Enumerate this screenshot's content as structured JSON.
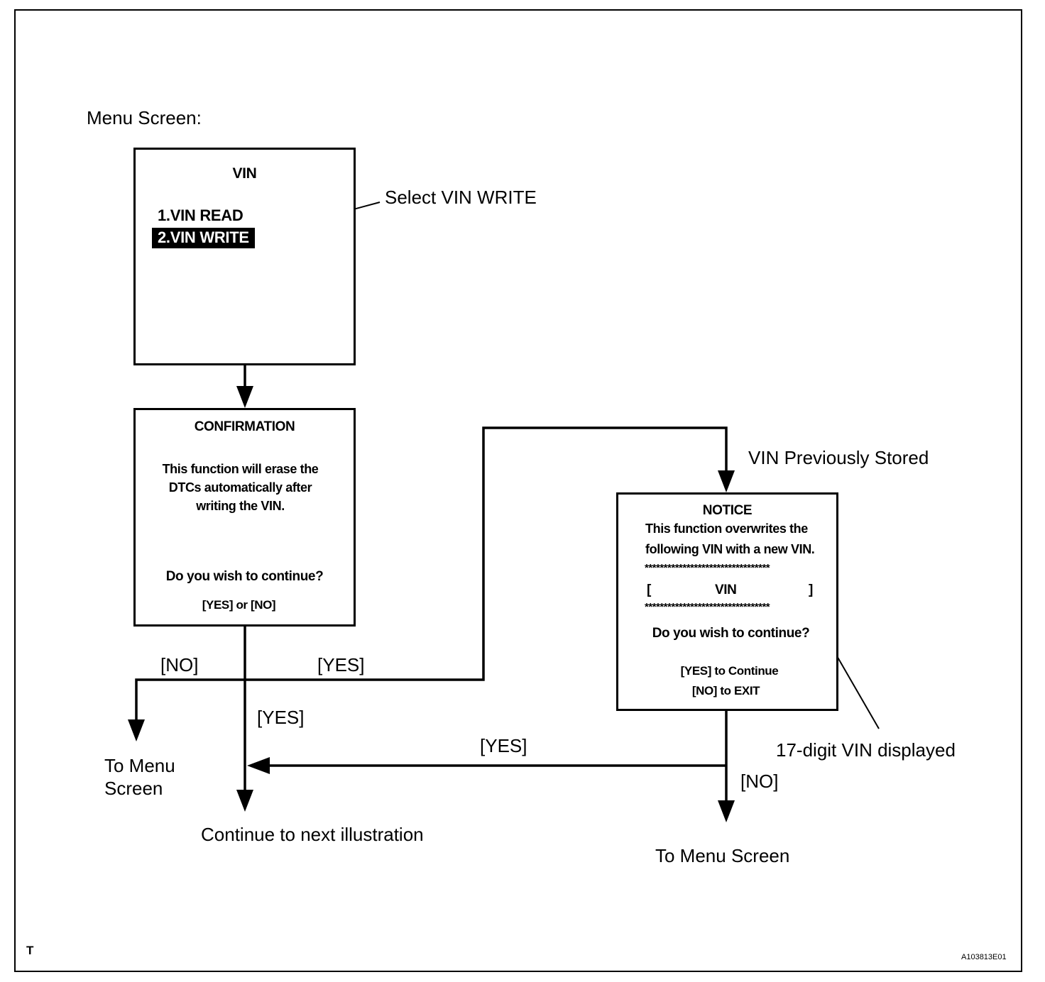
{
  "menu_label": "Menu Screen:",
  "vin_screen": {
    "title": "VIN",
    "item1": "1.VIN READ",
    "item2": "2.VIN WRITE"
  },
  "select_note": "Select VIN WRITE",
  "confirmation": {
    "title": "CONFIRMATION",
    "line1": "This function will erase the",
    "line2": "DTCs automatically after",
    "line3": "writing the VIN.",
    "question": "Do you wish to continue?",
    "options": "[YES] or [NO]"
  },
  "vin_stored_label": "VIN Previously Stored",
  "notice": {
    "title": "NOTICE",
    "line1": "This function overwrites the",
    "line2": "following VIN with a new VIN.",
    "stars": "*********************************",
    "bracket_open": "[",
    "vin": "VIN",
    "bracket_close": "]",
    "question": "Do you wish to continue?",
    "yes_opt": "[YES] to Continue",
    "no_opt": "[NO] to EXIT"
  },
  "labels": {
    "no_left": "[NO]",
    "yes_mid": "[YES]",
    "yes_down": "[YES]",
    "yes_return": "[YES]",
    "no_right": "[NO]",
    "to_menu_left_1": "To Menu",
    "to_menu_left_2": "Screen",
    "continue_next": "Continue to next illustration",
    "to_menu_right": "To Menu Screen",
    "vin_displayed": "17-digit VIN displayed"
  },
  "corner_mark": "T",
  "figure_id": "A103813E01"
}
